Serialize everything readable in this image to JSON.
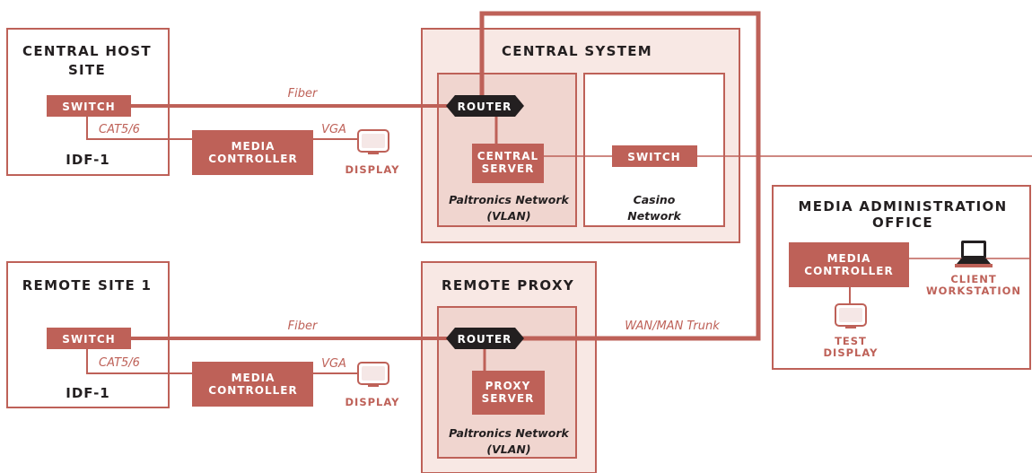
{
  "central_host_site": {
    "title_line1": "CENTRAL HOST",
    "title_line2": "SITE",
    "switch_label": "SWITCH",
    "idf_label": "IDF-1"
  },
  "remote_site": {
    "title": "REMOTE SITE 1",
    "switch_label": "SWITCH",
    "idf_label": "IDF-1"
  },
  "central_system": {
    "title": "CENTRAL SYSTEM",
    "router_label": "ROUTER",
    "server_line1": "CENTRAL",
    "server_line2": "SERVER",
    "vlan_line1": "Paltronics Network",
    "vlan_line2": "(VLAN)",
    "casino_switch_label": "SWITCH",
    "casino_line1": "Casino",
    "casino_line2": "Network"
  },
  "remote_proxy": {
    "title": "REMOTE PROXY",
    "router_label": "ROUTER",
    "server_line1": "PROXY",
    "server_line2": "SERVER",
    "vlan_line1": "Paltronics Network",
    "vlan_line2": "(VLAN)"
  },
  "media_admin_office": {
    "title_line1": "MEDIA ADMINISTRATION",
    "title_line2": "OFFICE",
    "controller_line1": "MEDIA",
    "controller_line2": "CONTROLLER",
    "test_display_line1": "TEST",
    "test_display_line2": "DISPLAY",
    "workstation_line1": "CLIENT",
    "workstation_line2": "WORKSTATION"
  },
  "top_media_controller": {
    "line1": "MEDIA",
    "line2": "CONTROLLER"
  },
  "bottom_media_controller": {
    "line1": "MEDIA",
    "line2": "CONTROLLER"
  },
  "top_display": {
    "label": "DISPLAY"
  },
  "bottom_display": {
    "label": "DISPLAY"
  },
  "links": {
    "fiber_top": "Fiber",
    "fiber_bottom": "Fiber",
    "cat_top": "CAT5/6",
    "cat_bottom": "CAT5/6",
    "vga_top": "VGA",
    "vga_bottom": "VGA",
    "wan_trunk": "WAN/MAN Trunk"
  },
  "colors": {
    "accent": "#be6158",
    "zone_light": "#f8e8e4",
    "zone_vlan": "#f0d5cf",
    "router_black": "#231f20"
  }
}
